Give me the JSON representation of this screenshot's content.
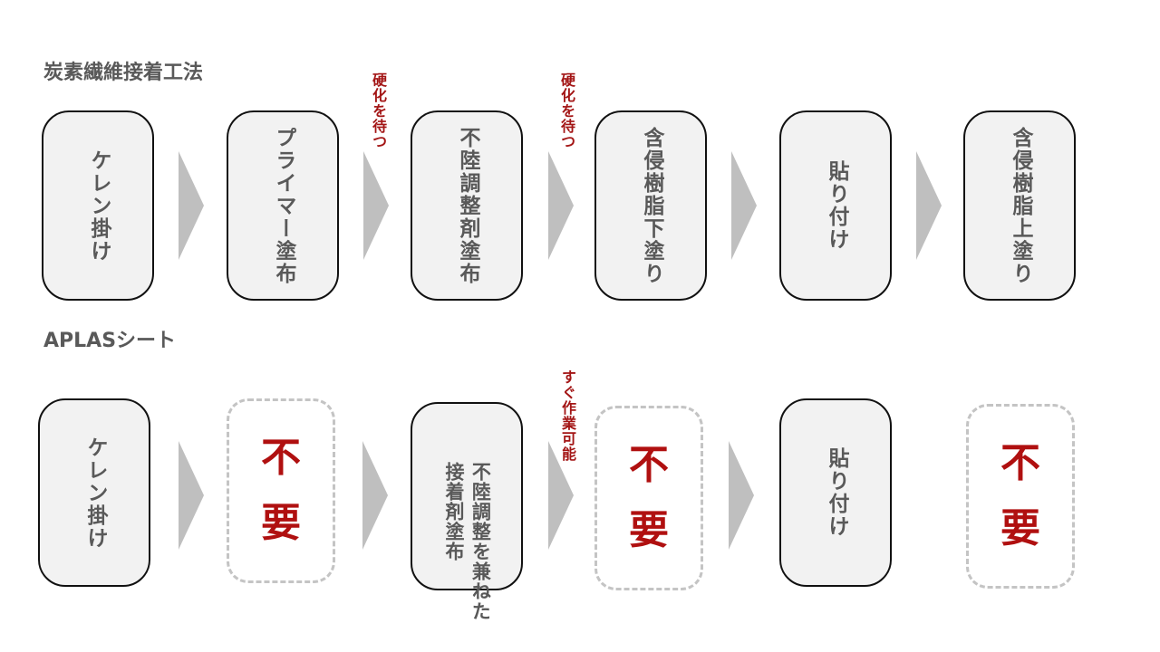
{
  "rows": {
    "carbon": {
      "title": "炭素繊維接着工法",
      "steps": [
        "ケレン掛け",
        "プライマー塗布",
        "不陸調整剤塗布",
        "含侵樹脂下塗り",
        "貼り付け",
        "含侵樹脂上塗り"
      ],
      "notes": [
        "硬化を待つ",
        "硬化を待つ"
      ]
    },
    "aplas": {
      "title": "APLASシート",
      "step1": "ケレン掛け",
      "step3_line1": "不陸調整を兼ねた",
      "step3_line2": "接着剤塗布",
      "step5": "貼り付け",
      "note": "すぐ作業可能",
      "not_needed": [
        "不",
        "要"
      ]
    }
  },
  "colors": {
    "text": "#595959",
    "accent_red": "#b01010",
    "box_fill": "#f2f2f2",
    "arrow": "#bfbfbf",
    "dashed_border": "#c4c4c4"
  }
}
